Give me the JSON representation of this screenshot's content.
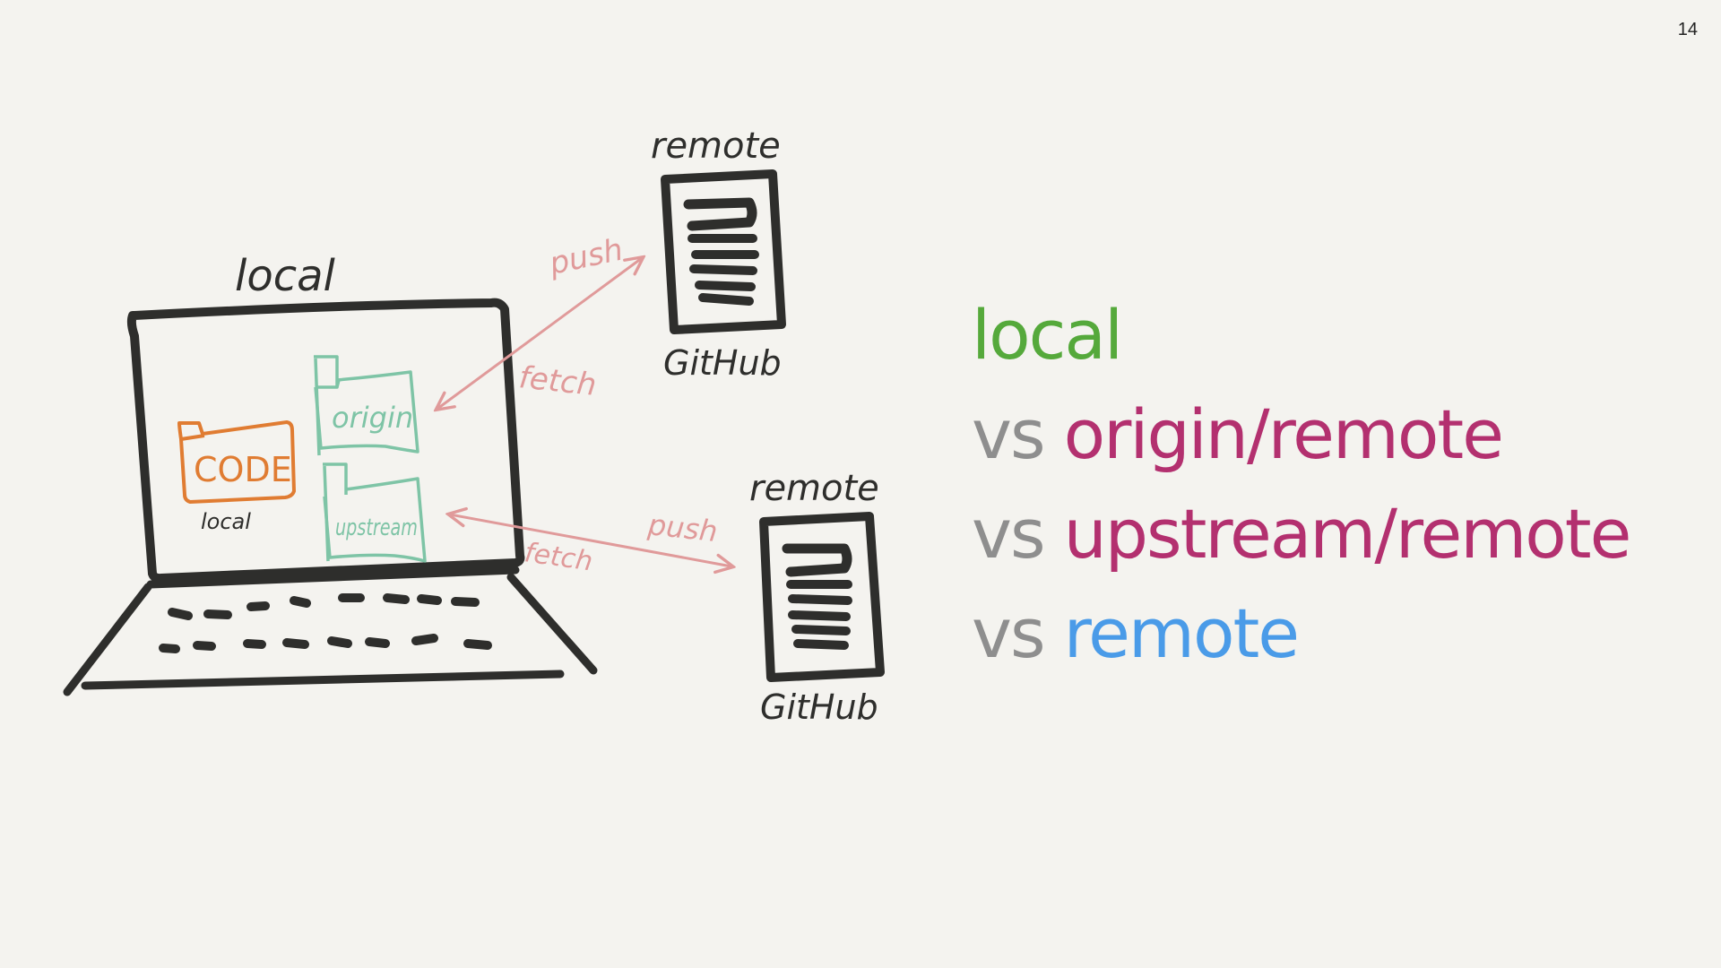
{
  "slide": {
    "number": "14"
  },
  "colors": {
    "background": "#f4f3ef",
    "ink": "#2e2e2c",
    "local": "#55a93b",
    "origin_upstream": "#b3306f",
    "remote": "#4a9be8",
    "vs": "#8e8e8e",
    "code_folder": "#e07c32",
    "branch_flag": "#7ec4a6",
    "arrow": "#e09a9a"
  },
  "diagram": {
    "laptop_label": "local",
    "code_label": "CODE",
    "code_sublabel": "local",
    "origin_label": "origin",
    "upstream_label": "upstream",
    "remote_top_label": "remote",
    "remote_top_service": "GitHub",
    "remote_bottom_label": "remote",
    "remote_bottom_service": "GitHub",
    "arrow_top_push": "push",
    "arrow_top_fetch": "fetch",
    "arrow_bottom_push": "push",
    "arrow_bottom_fetch": "fetch"
  },
  "comparison": {
    "line1": "local",
    "line2_vs": "vs",
    "line2_term": "origin/remote",
    "line3_vs": "vs",
    "line3_term": "upstream/remote",
    "line4_vs": "vs",
    "line4_term": "remote"
  }
}
